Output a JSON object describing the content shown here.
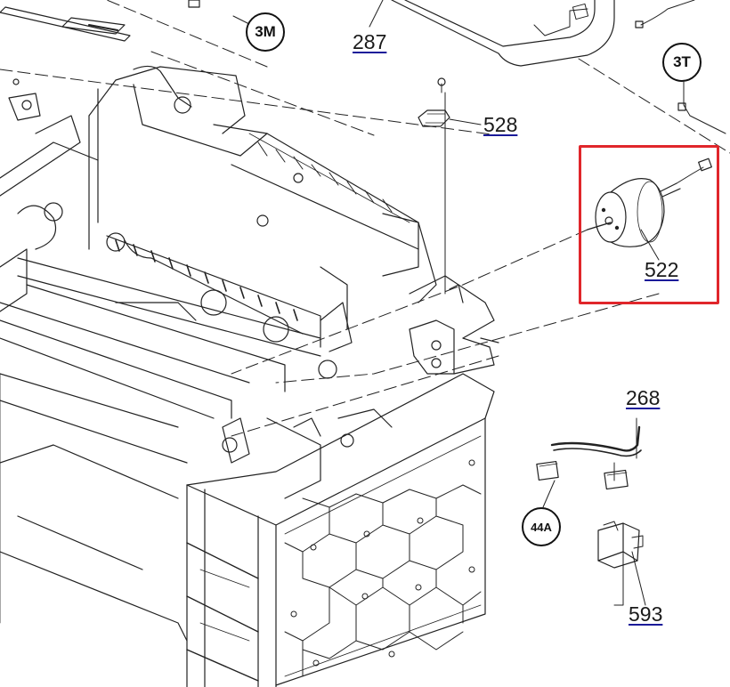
{
  "diagram": {
    "highlight_color": "#e0262b",
    "link_color": "#1a1a99",
    "part_labels": [
      {
        "id": "287",
        "label": "287"
      },
      {
        "id": "528",
        "label": "528"
      },
      {
        "id": "522",
        "label": "522"
      },
      {
        "id": "268",
        "label": "268"
      },
      {
        "id": "593",
        "label": "593"
      }
    ],
    "ref_bubbles": [
      {
        "id": "3M",
        "label": "3M"
      },
      {
        "id": "3T",
        "label": "3T"
      },
      {
        "id": "44A",
        "label": "44A"
      }
    ],
    "highlighted_part": "522"
  }
}
